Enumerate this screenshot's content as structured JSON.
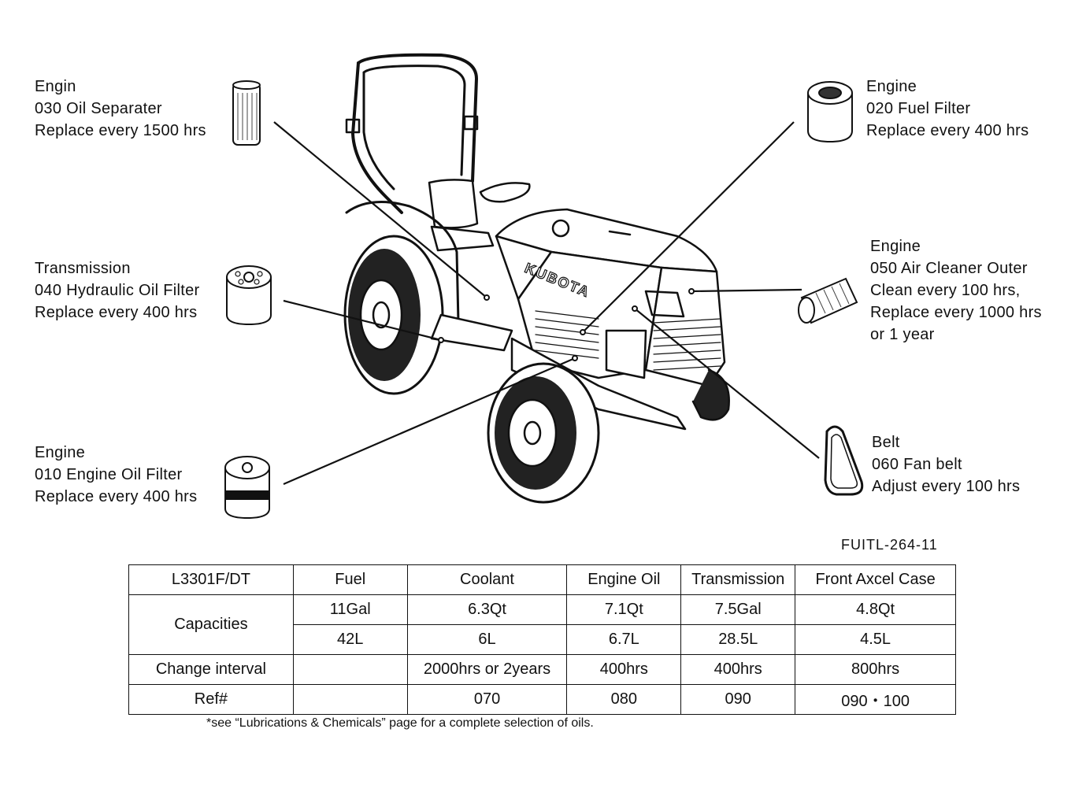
{
  "callouts": {
    "oil_separator": {
      "line1": "Engin",
      "line2": "030 Oil Separater",
      "line3": "Replace every 1500 hrs"
    },
    "hydraulic_filter": {
      "line1": "Transmission",
      "line2": "040 Hydraulic Oil Filter",
      "line3": "Replace every 400 hrs"
    },
    "engine_oil_filter": {
      "line1": "Engine",
      "line2": "010 Engine Oil Filter",
      "line3": "Replace every 400 hrs"
    },
    "fuel_filter": {
      "line1": "Engine",
      "line2": "020 Fuel Filter",
      "line3": "Replace every 400 hrs"
    },
    "air_cleaner": {
      "line1": "Engine",
      "line2": "050 Air Cleaner Outer",
      "line3": "Clean every 100 hrs,",
      "line4": "Replace every 1000 hrs",
      "line5": "or 1 year"
    },
    "fan_belt": {
      "line1": "Belt",
      "line2": "060 Fan belt",
      "line3": "Adjust every 100 hrs"
    }
  },
  "figure_code": "FUITL-264-11",
  "table": {
    "model": "L3301F/DT",
    "columns": [
      "Fuel",
      "Coolant",
      "Engine Oil",
      "Transmission",
      "Front Axcel Case"
    ],
    "capacities_label": "Capacities",
    "capacities_imperial": [
      "11Gal",
      "6.3Qt",
      "7.1Qt",
      "7.5Gal",
      "4.8Qt"
    ],
    "capacities_metric": [
      "42L",
      "6L",
      "6.7L",
      "28.5L",
      "4.5L"
    ],
    "interval_label": "Change interval",
    "intervals": [
      "",
      "2000hrs or 2years",
      "400hrs",
      "400hrs",
      "800hrs"
    ],
    "ref_label": "Ref#",
    "refs": [
      "",
      "070",
      "080",
      "090",
      "090・100"
    ]
  },
  "footnote": "*see “Lubrications & Chemicals” page for a complete selection of oils.",
  "brand_logo_text": "KUBOTA"
}
